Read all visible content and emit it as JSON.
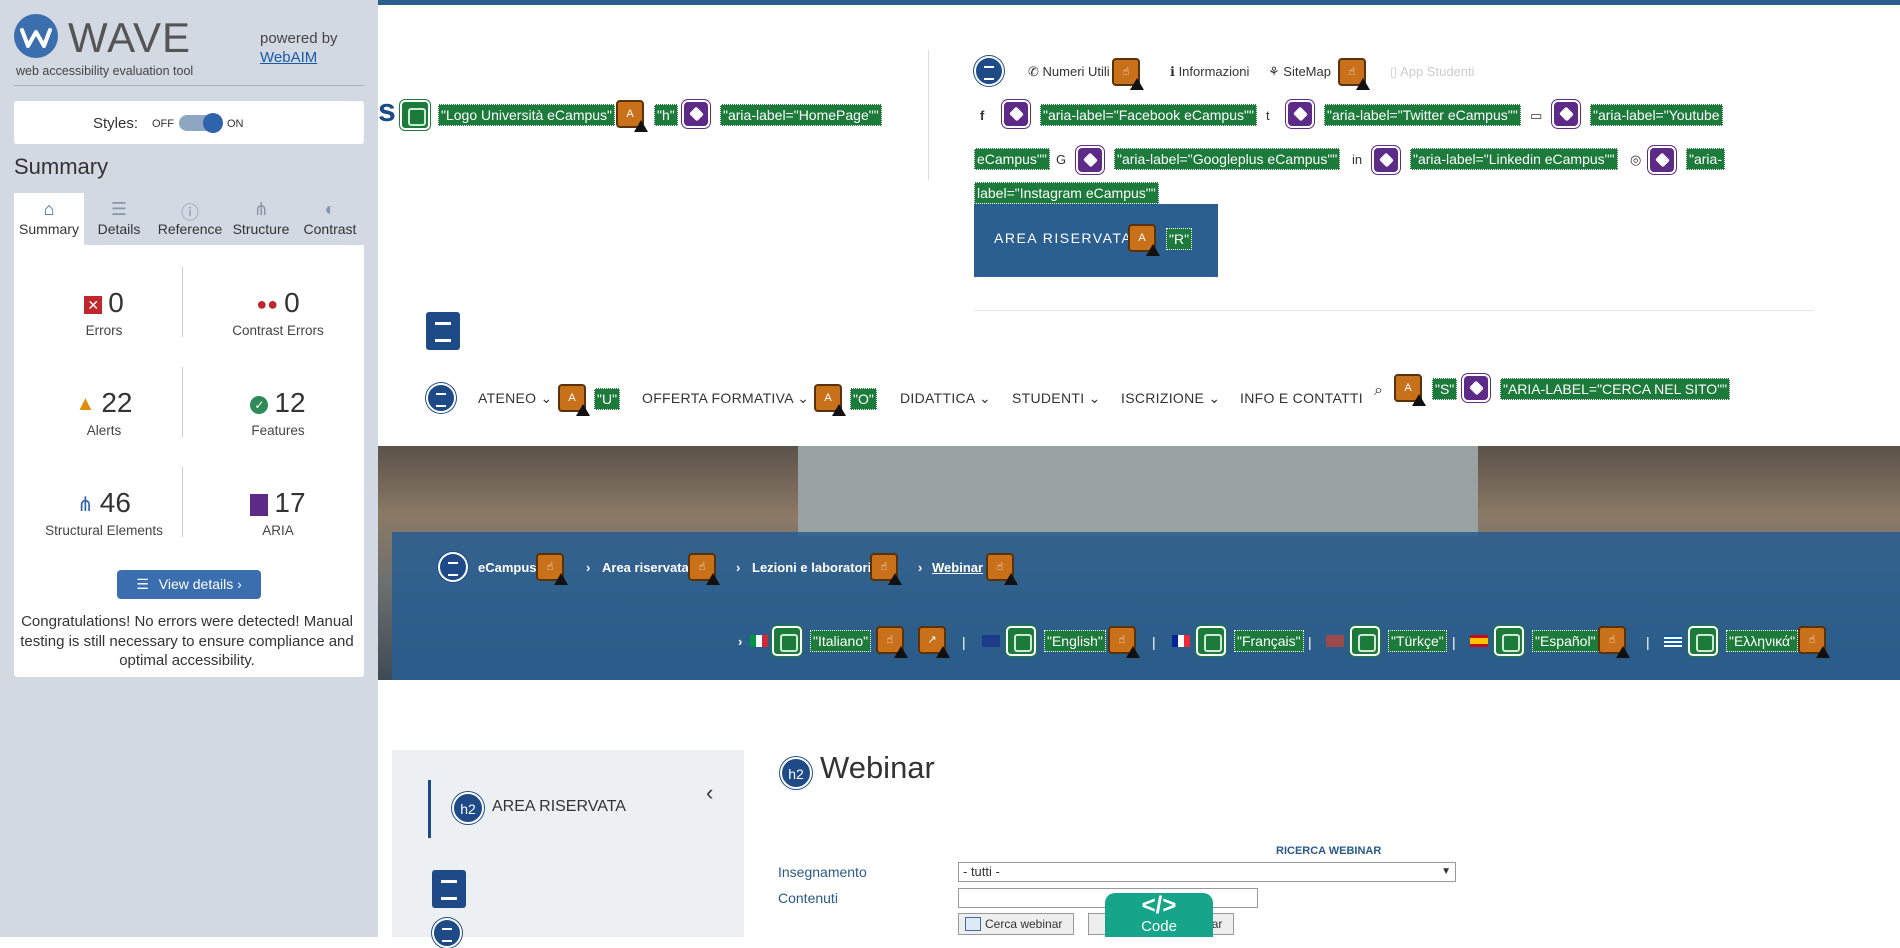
{
  "wave": {
    "title": "WAVE",
    "subtitle": "web accessibility evaluation tool",
    "powered_by": "powered by",
    "webaim": "WebAIM",
    "styles_label": "Styles:",
    "styles_off": "OFF",
    "styles_on": "ON",
    "summary_heading": "Summary",
    "tabs": [
      {
        "label": "Summary",
        "icon": "home-icon"
      },
      {
        "label": "Details",
        "icon": "list-icon"
      },
      {
        "label": "Reference",
        "icon": "info-icon"
      },
      {
        "label": "Structure",
        "icon": "structure-icon"
      },
      {
        "label": "Contrast",
        "icon": "contrast-icon"
      }
    ],
    "stats": {
      "errors": {
        "value": "0",
        "label": "Errors"
      },
      "contrast_errors": {
        "value": "0",
        "label": "Contrast Errors"
      },
      "alerts": {
        "value": "22",
        "label": "Alerts"
      },
      "features": {
        "value": "12",
        "label": "Features"
      },
      "structural": {
        "value": "46",
        "label": "Structural Elements"
      },
      "aria": {
        "value": "17",
        "label": "ARIA"
      }
    },
    "view_details": "View details ›",
    "congrats": "Congratulations! No errors were detected! Manual testing is still necessary to ensure compliance and optimal accessibility."
  },
  "page": {
    "header": {
      "logo_partial": "s",
      "logo_alt": "\"Logo Università eCampus\"",
      "h_label": "\"h\"",
      "homepage_aria": "\"aria-label=\"HomePage\"\""
    },
    "topbar": {
      "numeri_utili": "Numeri Utili",
      "informazioni": "Informazioni",
      "sitemap": "SiteMap",
      "app_studenti": "App Studenti"
    },
    "social": {
      "facebook": "\"aria-label=\"Facebook eCampus\"\"",
      "twitter": "\"aria-label=\"Twitter eCampus\"\"",
      "youtube_1": "\"aria-label=\"Youtube",
      "youtube_2": "eCampus\"\"",
      "googleplus": "\"aria-label=\"Googleplus eCampus\"\"",
      "linkedin": "\"aria-label=\"Linkedin eCampus\"\"",
      "instagram_1": "\"aria-",
      "instagram_2": "label=\"Instagram eCampus\"\""
    },
    "area_riservata_btn": "AREA RISERVATA",
    "area_riservata_key": "\"R\"",
    "nav": {
      "ateneo": "ATENEO",
      "ateneo_key": "\"U\"",
      "offerta": "OFFERTA FORMATIVA",
      "offerta_key": "\"O\"",
      "didattica": "DIDATTICA",
      "studenti": "STUDENTI",
      "iscrizione": "ISCRIZIONE",
      "info": "INFO E CONTATTI",
      "search_key": "\"S\"",
      "search_aria": "\"ARIA-LABEL=\"CERCA NEL SITO\"\""
    },
    "breadcrumb": [
      "eCampus",
      "Area riservata",
      "Lezioni e laboratori",
      "Webinar"
    ],
    "languages": [
      "\"Italiano\"",
      "\"English\"",
      "\"Français\"",
      "\"Türkçe\"",
      "\"Español\"",
      "\"Ελληνικά\""
    ],
    "sidebar_heading": "AREA RISERVATA",
    "h2_label": "h2",
    "title": "Webinar",
    "form": {
      "ricerca": "RICERCA WEBINAR",
      "insegnamento": "Insegnamento",
      "contenuti": "Contenuti",
      "select_value": "- tutti -",
      "cerca": "Cerca webinar",
      "second_btn_partial": "ebinar"
    },
    "code_tab": "Code"
  }
}
